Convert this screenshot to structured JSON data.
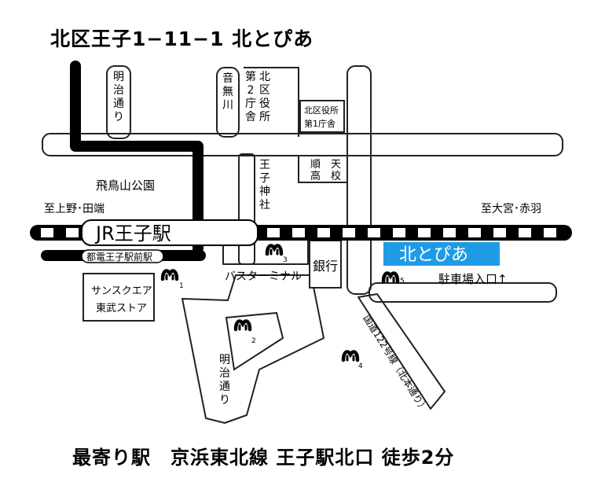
{
  "address": "北区王子1−11−1 北とぴあ",
  "access": "最寄り駅　京浜東北線 王子駅北口 徒歩2分",
  "colors": {
    "accent": "#1f9be6",
    "line": "#000000",
    "road_outline": "#222222",
    "background": "#ffffff"
  },
  "stations": {
    "jr": "JR王子駅",
    "tram": "都電王子駅前駅"
  },
  "destination": "北とぴあ",
  "directions": {
    "to_ueno": "至上野･田端",
    "to_omiya": "至大宮･赤羽"
  },
  "landmarks": {
    "park": "飛鳥山公園",
    "otonashi": "音無川",
    "ward_office2": "第2庁舎",
    "ward_office": "北区役所",
    "ward_office1a": "北区役所",
    "ward_office1b": "第1庁舎",
    "school": "順天高校",
    "shrine": "王子神社",
    "bank": "銀行",
    "bus": "バスターミナル",
    "sunsquare_a": "サンスクエア",
    "sunsquare_b": "東武ストア",
    "parking": "駐車場入口↑",
    "meiji_top": "明治通り",
    "meiji_bottom": "明治通り",
    "route122": "国道122号線（北本通り）"
  },
  "exits": [
    "1",
    "2",
    "3",
    "4",
    "5"
  ],
  "icons": {
    "metro": "tokyo-metro-icon"
  }
}
